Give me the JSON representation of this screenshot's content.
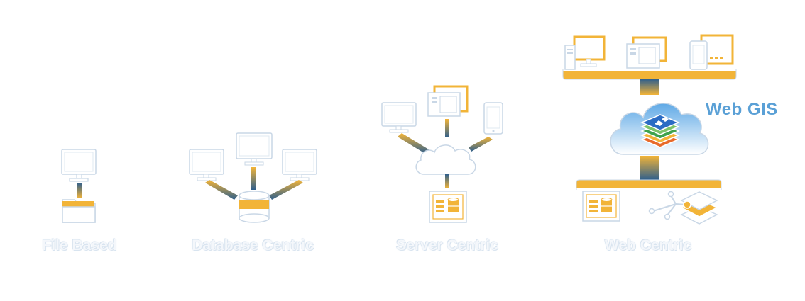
{
  "stages": [
    {
      "id": "file",
      "label": "File Based"
    },
    {
      "id": "database",
      "label": "Database Centric"
    },
    {
      "id": "server",
      "label": "Server Centric"
    },
    {
      "id": "web",
      "label": "Web Centric"
    }
  ],
  "web_gis_label": "Web GIS",
  "colors": {
    "accent": "#f2b438",
    "outline": "#c9d7e6",
    "connector_dark": "#2f5f8c",
    "cloud_blue": "#6fb3ea",
    "label": "#f4f7fb",
    "web_gis_text": "#5aa0d6"
  }
}
